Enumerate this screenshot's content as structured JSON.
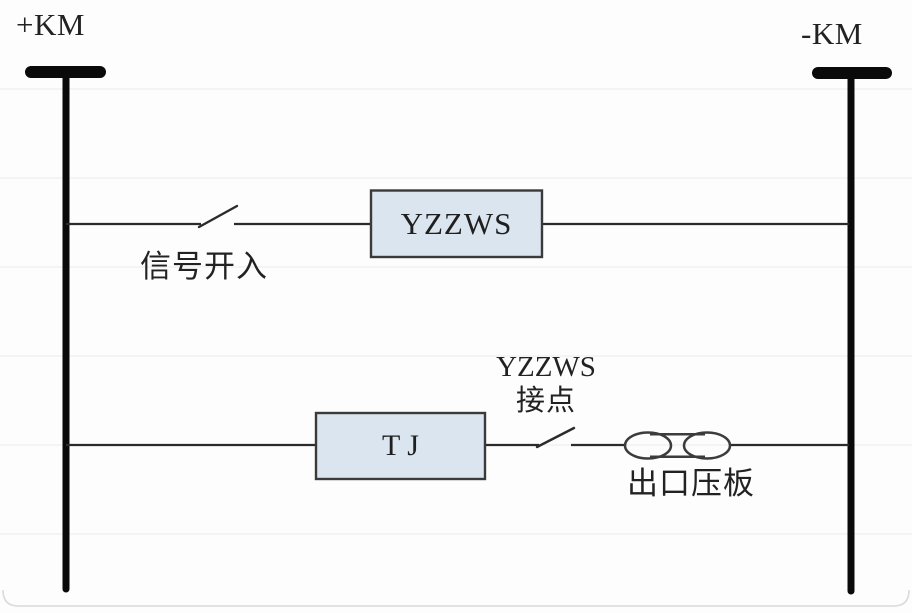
{
  "colors": {
    "background": "#fdfdfd",
    "wire": "#2b2b2b",
    "bus": "#0a0a0a",
    "box_fill": "#dbe5ef",
    "box_border": "#3a3a3a",
    "text": "#222222",
    "ruled_line": "#efefef",
    "frame_border": "#dadada"
  },
  "buses": {
    "positive": {
      "label": "+KM"
    },
    "negative": {
      "label": "-KM"
    }
  },
  "branches": {
    "signal": {
      "contact_label": "信号开入",
      "relay_label": "YZZWS"
    },
    "trip": {
      "relay_label": "T J",
      "contact_label_line1": "YZZWS",
      "contact_label_line2": "接点",
      "plate_label": "出口压板"
    }
  }
}
